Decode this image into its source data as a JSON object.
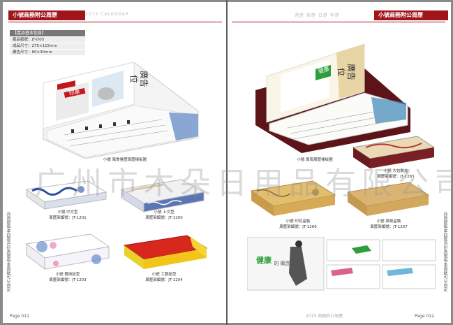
{
  "left_page": {
    "header_title": "小號商務附公周歷",
    "header_sub": "2015 CALENDAR",
    "spec_title": "【產品基本信息】",
    "spec_rows": [
      "產品編號：JT-D05",
      "成品尺寸：275×115mm",
      "廣告尺寸：60×30mm"
    ],
    "main_ad_text": "廣告位",
    "main_logo": "印象",
    "main_caption": "小號 寓食臺歷周歷樣板圖",
    "products": [
      {
        "label": "小號 中文型",
        "code": "周歷架編號：JT-1201"
      },
      {
        "label": "小號 上文型",
        "code": "周歷架編號：JT-1200"
      },
      {
        "label": "小號 藝術紋型",
        "code": "周歷架編號：JT-1203"
      },
      {
        "label": "小號 工藝紋型",
        "code": "周歷架編號：JT-1204"
      }
    ],
    "side_text": "月周歷每本四款月份為限每本周歷可以自定",
    "footer": "Page 011"
  },
  "right_page": {
    "header_title": "小號商務附公周歷",
    "header_sub": "週歷 周歷 日歷 年歷",
    "main_ad_text": "廣告位",
    "main_brand": "健康",
    "main_caption": "小號 周周周歷樣板圖",
    "box_caption_label": "小號 大包裝盒",
    "box_caption_code": "周歷架編號：JT-1265",
    "products": [
      {
        "label": "小號 印花盒裝",
        "code": "周歷架編號：JT-1266"
      },
      {
        "label": "小號 原紙盒裝",
        "code": "周歷架編號：JT-1267"
      }
    ],
    "strip_brand": "健康",
    "strip_sub": "的 概念",
    "side_text": "月周歷每本四款月份為限每本周歷可以自定",
    "footer_center": "2015 商務附公周歷",
    "footer": "Page 012"
  },
  "watermark": "广州市木朵日用品有限公司",
  "colors": {
    "brand_red": "#a0151c",
    "blue_porcelain": "#2b4fa0",
    "kraft": "#d7b06b",
    "green": "#2e9e3a"
  }
}
